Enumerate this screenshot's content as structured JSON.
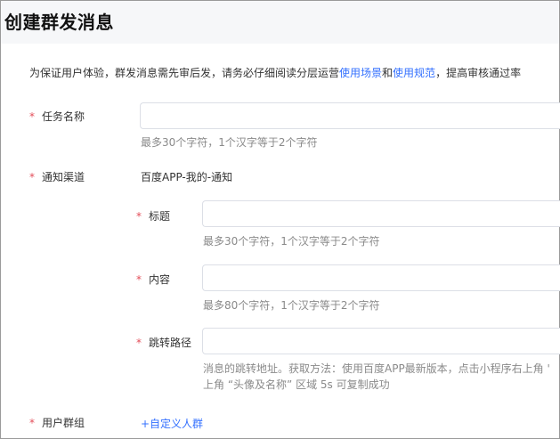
{
  "page": {
    "title": "创建群发消息"
  },
  "notice": {
    "prefix": "为保证用户体验，群发消息需先审后发，请务必仔细阅读分层运营",
    "link1": "使用场景",
    "and": "和",
    "link2": "使用规范",
    "suffix": "，提高审核通过率"
  },
  "form": {
    "required_mark": "*",
    "task_name": {
      "label": "任务名称",
      "value": "",
      "help": "最多30个字符，1个汉字等于2个字符"
    },
    "channel": {
      "label": "通知渠道",
      "value": "百度APP-我的-通知"
    },
    "title": {
      "label": "标题",
      "value": "",
      "help": "最多30个字符，1个汉字等于2个字符"
    },
    "content": {
      "label": "内容",
      "value": "",
      "help": "最多80个字符，1个汉字等于2个字符"
    },
    "jump_path": {
      "label": "跳转路径",
      "value": "",
      "help_line1": "消息的跳转地址。获取方法：使用百度APP最新版本，点击小程序右上角 '",
      "help_line2": "上角 “头像及名称” 区域 5s 可复制成功"
    },
    "user_group": {
      "label": "用户群组",
      "add_label": "+自定义人群"
    }
  }
}
